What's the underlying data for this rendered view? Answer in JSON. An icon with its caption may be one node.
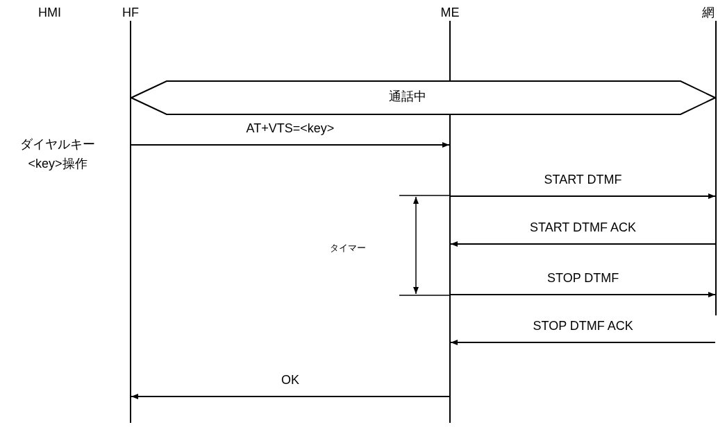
{
  "diagram": {
    "nodes": [
      {
        "text": [
          "HMI"
        ]
      },
      {
        "text": [
          "HF"
        ]
      },
      {
        "text": [
          "ME"
        ]
      },
      {
        "text": [
          "網"
        ]
      },
      {
        "text": [
          "通話中"
        ]
      }
    ],
    "edges": [
      {
        "from": 1,
        "to": 2,
        "arrow": "to",
        "label": "AT+VTS=<key>"
      },
      {
        "from": 2,
        "to": 3,
        "arrow": "to",
        "label": "START DTMF"
      },
      {
        "from": 3,
        "to": 2,
        "arrow": "to",
        "label": "START DTMF ACK"
      },
      {
        "from": 2,
        "to": 3,
        "arrow": "to",
        "label": "STOP DTMF"
      },
      {
        "from": 3,
        "to": 2,
        "arrow": "to",
        "label": "STOP DTMF ACK"
      },
      {
        "from": 2,
        "to": 1,
        "arrow": "to",
        "label": "OK"
      }
    ],
    "labels": [
      "ダイヤルキー <key>操作",
      "タイマー"
    ]
  }
}
